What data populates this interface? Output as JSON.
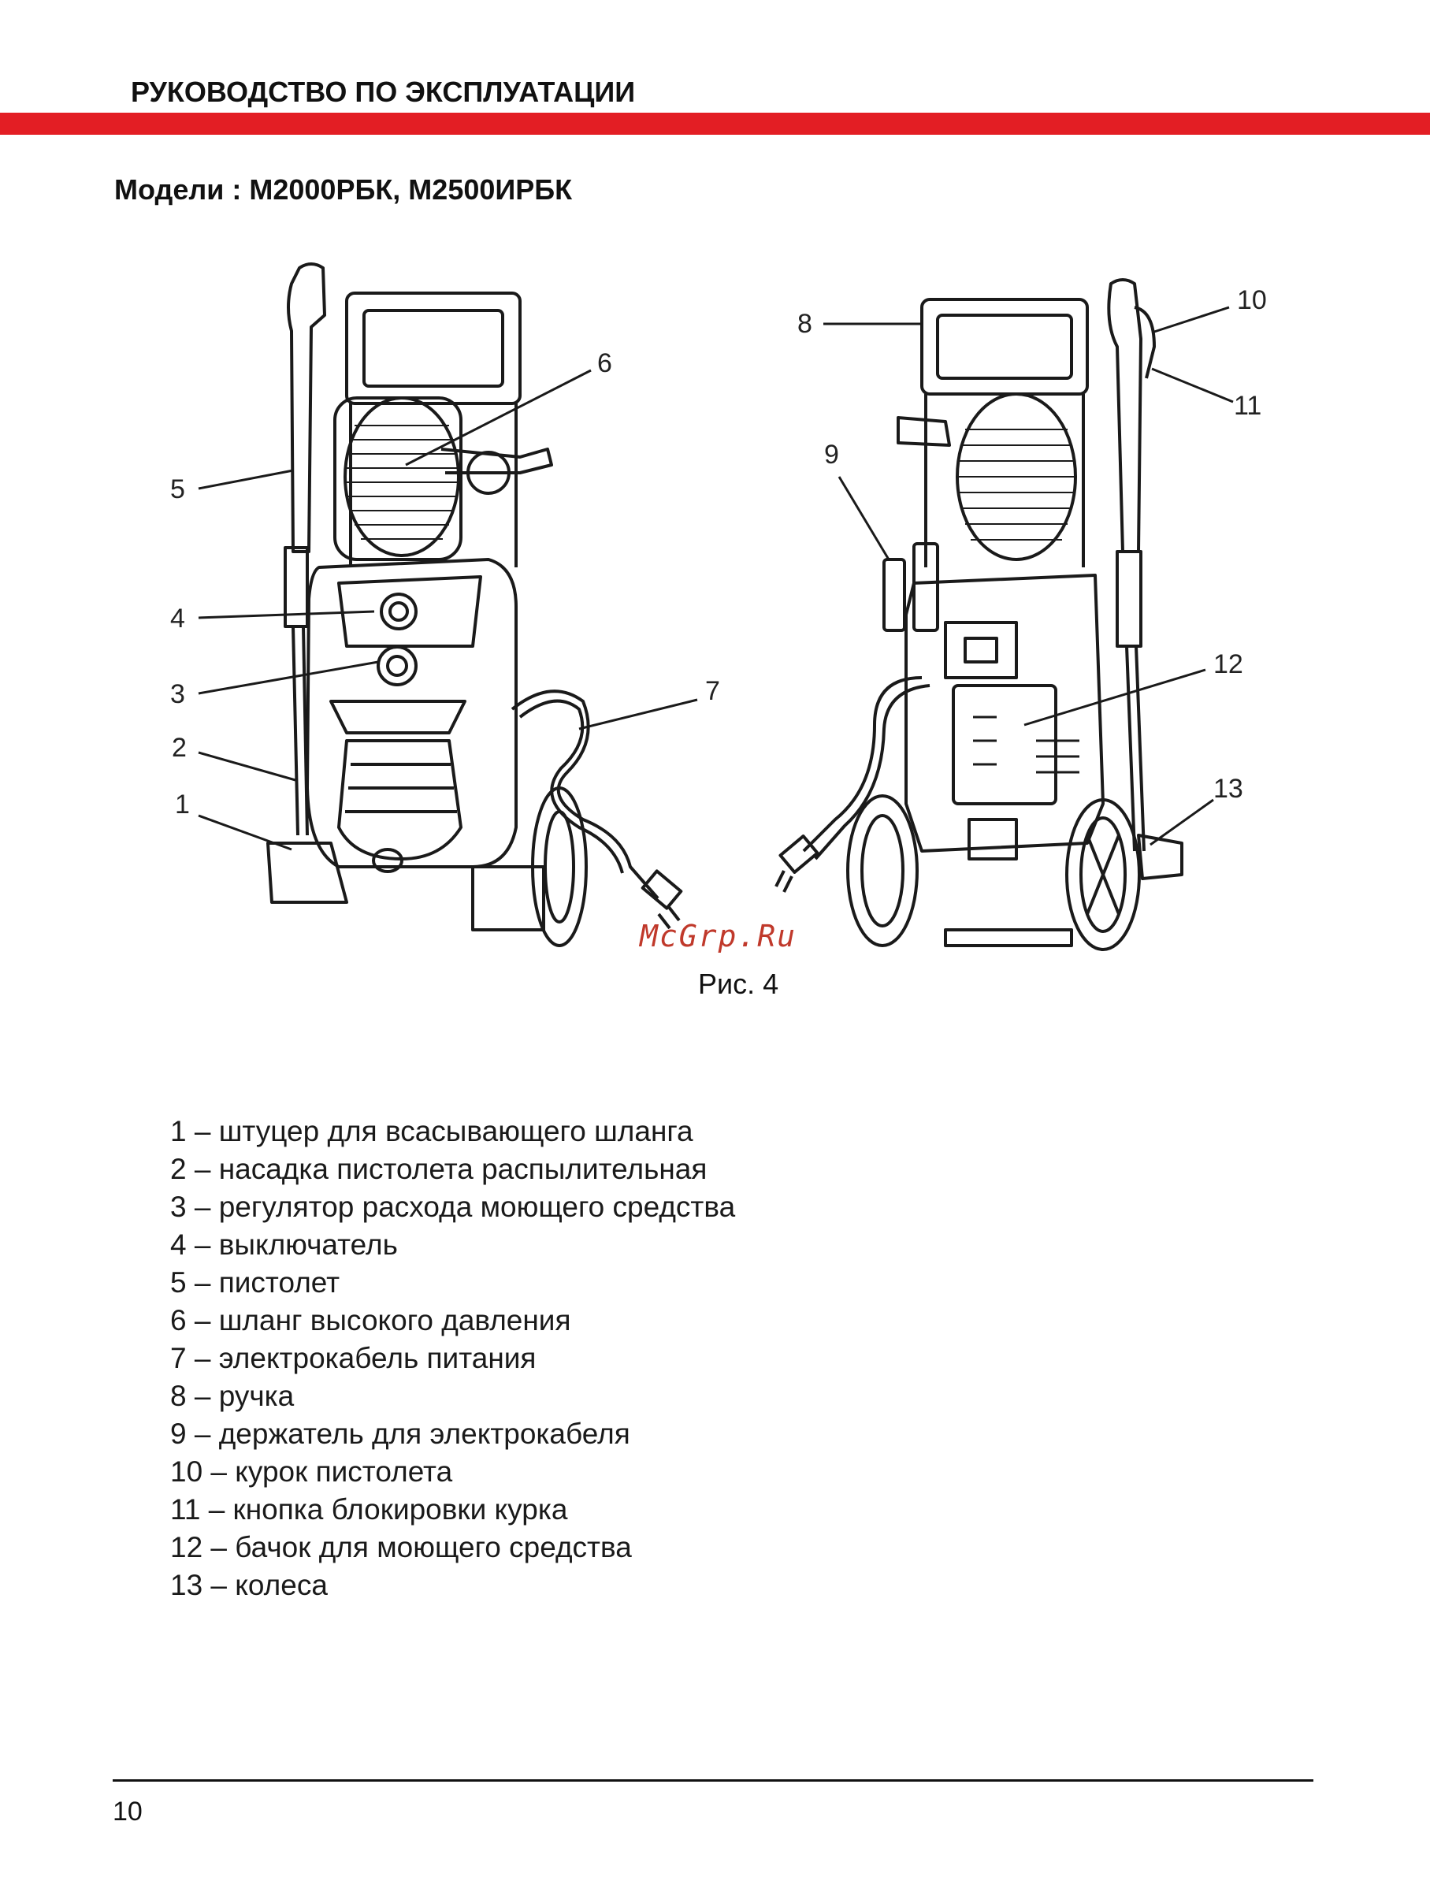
{
  "header": {
    "title": "РУКОВОДСТВО ПО ЭКСПЛУАТАЦИИ"
  },
  "models": {
    "title": "Модели : М2000РБК, М2500ИРБК"
  },
  "figure": {
    "callouts": [
      "1",
      "2",
      "3",
      "4",
      "5",
      "6",
      "7",
      "8",
      "9",
      "10",
      "11",
      "12",
      "13"
    ],
    "caption": "Рис. 4"
  },
  "watermark": "McGrp.Ru",
  "legend": [
    "1 – штуцер для всасывающего шланга",
    "2 – насадка пистолета распылительная",
    "3 – регулятор расхода моющего средства",
    "4 – выключатель",
    "5 – пистолет",
    "6 – шланг высокого давления",
    "7 – электрокабель питания",
    "8 – ручка",
    "9 – держатель для электрокабеля",
    "10 – курок пистолета",
    "11 – кнопка блокировки курка",
    "12 – бачок для моющего средства",
    "13 – колеса"
  ],
  "footer": {
    "page_number": "10"
  }
}
